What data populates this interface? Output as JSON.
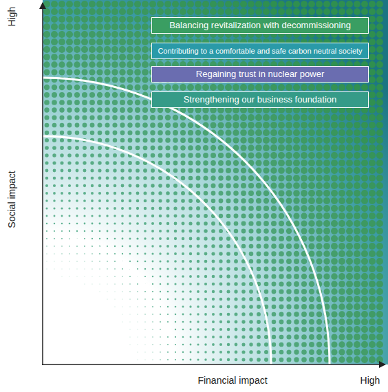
{
  "diagram": {
    "nodes": [
      {
        "text": [
          "Balancing revitalization with decommissioning"
        ]
      },
      {
        "text": [
          "Contributing to a comfortable and safe carbon neutral society"
        ]
      },
      {
        "text": [
          "Regaining trust in nuclear power"
        ]
      },
      {
        "text": [
          "Strengthening our business foundation"
        ]
      }
    ],
    "labels": [
      "High",
      "Social impact",
      "Financial impact",
      "High"
    ]
  }
}
